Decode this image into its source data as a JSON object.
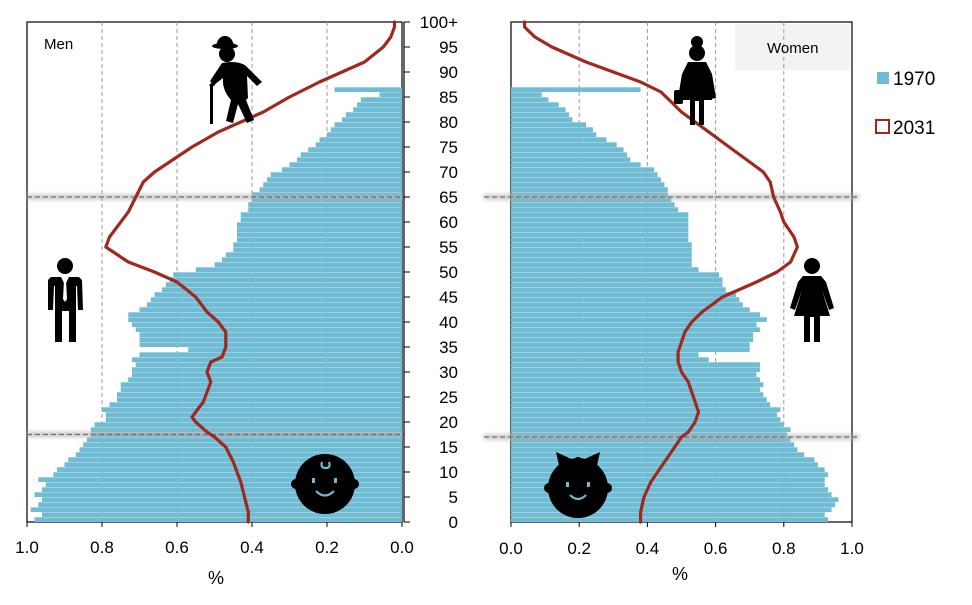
{
  "chart_data": [
    {
      "type": "bar",
      "orientation": "horizontal",
      "title": "Men",
      "xlabel": "%",
      "xlim": [
        1.0,
        0.0
      ],
      "x_ticks": [
        "1.0",
        "0.8",
        "0.6",
        "0.4",
        "0.2",
        "0.0"
      ],
      "ylim": [
        0,
        100
      ],
      "y_ticks": [
        "0",
        "5",
        "10",
        "15",
        "20",
        "25",
        "30",
        "35",
        "40",
        "45",
        "50",
        "55",
        "60",
        "65",
        "70",
        "75",
        "80",
        "85",
        "90",
        "95",
        "100+"
      ],
      "threshold_ages": [
        17.5,
        65
      ],
      "grid": "vertical dashed",
      "series": [
        {
          "name": "1970",
          "kind": "bars",
          "ages": [
            0,
            1,
            2,
            3,
            4,
            5,
            6,
            7,
            8,
            9,
            10,
            11,
            12,
            13,
            14,
            15,
            16,
            17,
            18,
            19,
            20,
            21,
            22,
            23,
            24,
            25,
            26,
            27,
            28,
            29,
            30,
            31,
            32,
            33,
            34,
            35,
            36,
            37,
            38,
            39,
            40,
            41,
            42,
            43,
            44,
            45,
            46,
            47,
            48,
            49,
            50,
            51,
            52,
            53,
            54,
            55,
            56,
            57,
            58,
            59,
            60,
            61,
            62,
            63,
            64,
            65,
            66,
            67,
            68,
            69,
            70,
            71,
            72,
            73,
            74,
            75,
            76,
            77,
            78,
            79,
            80,
            81,
            82,
            83,
            84,
            85,
            86
          ],
          "values": [
            0.98,
            0.96,
            0.99,
            0.97,
            0.96,
            0.98,
            0.96,
            0.95,
            0.97,
            0.93,
            0.92,
            0.9,
            0.89,
            0.87,
            0.86,
            0.85,
            0.84,
            0.83,
            0.83,
            0.82,
            0.79,
            0.79,
            0.8,
            0.78,
            0.76,
            0.76,
            0.75,
            0.75,
            0.73,
            0.72,
            0.72,
            0.71,
            0.72,
            0.7,
            0.57,
            0.7,
            0.7,
            0.7,
            0.71,
            0.72,
            0.73,
            0.73,
            0.7,
            0.68,
            0.67,
            0.66,
            0.64,
            0.63,
            0.62,
            0.61,
            0.55,
            0.5,
            0.48,
            0.47,
            0.45,
            0.45,
            0.44,
            0.44,
            0.44,
            0.44,
            0.43,
            0.43,
            0.41,
            0.41,
            0.4,
            0.4,
            0.38,
            0.37,
            0.36,
            0.35,
            0.32,
            0.3,
            0.28,
            0.27,
            0.25,
            0.23,
            0.22,
            0.2,
            0.19,
            0.18,
            0.16,
            0.15,
            0.13,
            0.12,
            0.11,
            0.06,
            0.18
          ]
        },
        {
          "name": "2031",
          "kind": "line",
          "ages": [
            0,
            2,
            5,
            8,
            10,
            12,
            15,
            17,
            18,
            20,
            21,
            22,
            24,
            26,
            28,
            30,
            32,
            33,
            35,
            38,
            40,
            42,
            45,
            48,
            50,
            52,
            55,
            57,
            60,
            62,
            65,
            68,
            70,
            72,
            75,
            78,
            80,
            82,
            85,
            88,
            90,
            92,
            95,
            97,
            99,
            100
          ],
          "values": [
            0.41,
            0.41,
            0.42,
            0.43,
            0.44,
            0.45,
            0.47,
            0.5,
            0.52,
            0.55,
            0.56,
            0.55,
            0.53,
            0.52,
            0.51,
            0.52,
            0.51,
            0.48,
            0.47,
            0.47,
            0.49,
            0.52,
            0.55,
            0.6,
            0.66,
            0.73,
            0.79,
            0.78,
            0.75,
            0.73,
            0.71,
            0.69,
            0.66,
            0.62,
            0.56,
            0.49,
            0.43,
            0.37,
            0.3,
            0.22,
            0.16,
            0.1,
            0.05,
            0.03,
            0.02,
            0.02
          ]
        }
      ]
    },
    {
      "type": "bar",
      "orientation": "horizontal",
      "title": "Women",
      "xlabel": "%",
      "xlim": [
        0.0,
        1.0
      ],
      "x_ticks": [
        "0.0",
        "0.2",
        "0.4",
        "0.6",
        "0.8",
        "1.0"
      ],
      "ylim": [
        0,
        100
      ],
      "threshold_ages": [
        17,
        65
      ],
      "grid": "vertical dashed",
      "series": [
        {
          "name": "1970",
          "kind": "bars",
          "ages": [
            0,
            1,
            2,
            3,
            4,
            5,
            6,
            7,
            8,
            9,
            10,
            11,
            12,
            13,
            14,
            15,
            16,
            17,
            18,
            19,
            20,
            21,
            22,
            23,
            24,
            25,
            26,
            27,
            28,
            29,
            30,
            31,
            32,
            33,
            34,
            35,
            36,
            37,
            38,
            39,
            40,
            41,
            42,
            43,
            44,
            45,
            46,
            47,
            48,
            49,
            50,
            51,
            52,
            53,
            54,
            55,
            56,
            57,
            58,
            59,
            60,
            61,
            62,
            63,
            64,
            65,
            66,
            67,
            68,
            69,
            70,
            71,
            72,
            73,
            74,
            75,
            76,
            77,
            78,
            79,
            80,
            81,
            82,
            83,
            84,
            85,
            86
          ],
          "values": [
            0.93,
            0.92,
            0.94,
            0.95,
            0.96,
            0.94,
            0.93,
            0.92,
            0.92,
            0.93,
            0.92,
            0.9,
            0.89,
            0.86,
            0.84,
            0.83,
            0.82,
            0.81,
            0.82,
            0.8,
            0.79,
            0.78,
            0.79,
            0.76,
            0.75,
            0.74,
            0.73,
            0.74,
            0.73,
            0.72,
            0.73,
            0.73,
            0.58,
            0.55,
            0.7,
            0.7,
            0.71,
            0.71,
            0.73,
            0.72,
            0.75,
            0.73,
            0.7,
            0.68,
            0.67,
            0.66,
            0.63,
            0.62,
            0.62,
            0.61,
            0.55,
            0.53,
            0.53,
            0.53,
            0.53,
            0.53,
            0.52,
            0.52,
            0.52,
            0.52,
            0.52,
            0.52,
            0.49,
            0.48,
            0.47,
            0.46,
            0.46,
            0.45,
            0.44,
            0.43,
            0.42,
            0.38,
            0.35,
            0.34,
            0.33,
            0.31,
            0.28,
            0.25,
            0.24,
            0.22,
            0.18,
            0.17,
            0.16,
            0.14,
            0.11,
            0.09,
            0.38
          ]
        },
        {
          "name": "2031",
          "kind": "line",
          "ages": [
            0,
            2,
            5,
            8,
            10,
            12,
            15,
            17,
            18,
            20,
            22,
            24,
            26,
            28,
            30,
            32,
            34,
            36,
            38,
            40,
            42,
            45,
            48,
            50,
            52,
            55,
            57,
            60,
            62,
            65,
            68,
            70,
            72,
            75,
            78,
            80,
            82,
            84,
            86,
            88,
            90,
            92,
            95,
            97,
            99,
            100
          ],
          "values": [
            0.38,
            0.38,
            0.39,
            0.41,
            0.43,
            0.45,
            0.48,
            0.5,
            0.52,
            0.54,
            0.55,
            0.54,
            0.53,
            0.52,
            0.5,
            0.49,
            0.49,
            0.5,
            0.51,
            0.53,
            0.56,
            0.62,
            0.72,
            0.78,
            0.82,
            0.84,
            0.83,
            0.8,
            0.79,
            0.77,
            0.76,
            0.74,
            0.7,
            0.64,
            0.58,
            0.54,
            0.5,
            0.47,
            0.44,
            0.38,
            0.3,
            0.22,
            0.12,
            0.07,
            0.04,
            0.04
          ]
        }
      ]
    }
  ],
  "legend": {
    "placement": "right",
    "items": [
      {
        "label": "1970",
        "style": "filled",
        "color": "#70BCD4"
      },
      {
        "label": "2031",
        "style": "outline",
        "color": "#A0281E"
      }
    ]
  },
  "colors": {
    "bar": "#70BCD4",
    "line": "#A0281E",
    "grid": "#9a9a9a",
    "threshold": "#707070"
  },
  "icons": [
    "elderly-man-icon",
    "man-icon",
    "baby-boy-icon",
    "elderly-woman-icon",
    "woman-icon",
    "baby-girl-icon"
  ]
}
